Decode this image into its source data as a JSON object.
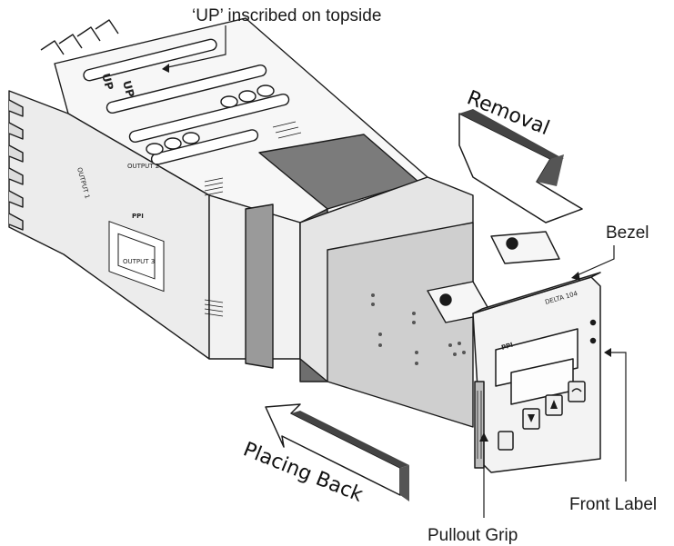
{
  "callouts": {
    "up_note": "‘UP’ inscribed on topside",
    "bezel": "Bezel",
    "front_label": "Front Label",
    "pullout_grip": "Pullout Grip"
  },
  "arrows": {
    "removal": "Removal",
    "placing_back": "Placing Back"
  },
  "housing": {
    "up_marks": [
      "UP",
      "UP"
    ]
  },
  "side_label": {
    "output1": "OUTPUT 1",
    "output2": "OUTPUT 2",
    "output3": "OUTPUT 3",
    "brand": "PPI"
  },
  "front_panel": {
    "model": "DELTA 104",
    "brand": "PPI"
  },
  "colors": {
    "line": "#1a1a1a",
    "dark_gray": "#6e6e6e",
    "mid_gray": "#9c9c9c",
    "light_gray": "#d6d6d6",
    "panel": "#f4f4f4"
  }
}
